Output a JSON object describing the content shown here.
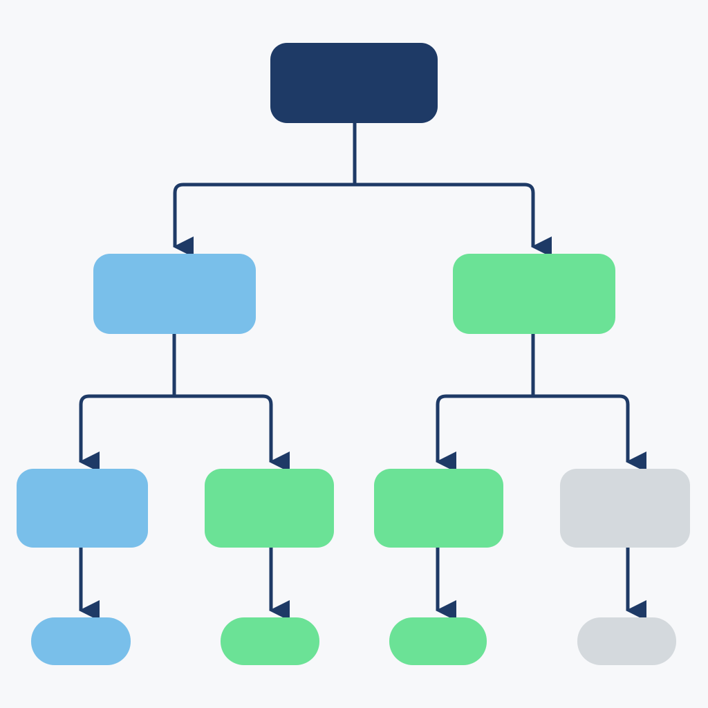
{
  "diagram": {
    "type": "tree-flowchart",
    "colors": {
      "background": "#f7f8fa",
      "connector": "#1e3a66",
      "navy": "#1e3a66",
      "blue": "#79bfea",
      "green": "#6be296",
      "gray": "#d4d9dd"
    },
    "nodes": [
      {
        "id": "root",
        "label": "",
        "color": "navy",
        "shape": "rounded-rect"
      },
      {
        "id": "l1-left",
        "label": "",
        "color": "blue",
        "shape": "rounded-rect"
      },
      {
        "id": "l1-right",
        "label": "",
        "color": "green",
        "shape": "rounded-rect"
      },
      {
        "id": "l2-1",
        "label": "",
        "color": "blue",
        "shape": "rounded-rect"
      },
      {
        "id": "l2-2",
        "label": "",
        "color": "green",
        "shape": "rounded-rect"
      },
      {
        "id": "l2-3",
        "label": "",
        "color": "green",
        "shape": "rounded-rect"
      },
      {
        "id": "l2-4",
        "label": "",
        "color": "gray",
        "shape": "rounded-rect"
      },
      {
        "id": "l3-1",
        "label": "",
        "color": "blue",
        "shape": "pill"
      },
      {
        "id": "l3-2",
        "label": "",
        "color": "green",
        "shape": "pill"
      },
      {
        "id": "l3-3",
        "label": "",
        "color": "green",
        "shape": "pill"
      },
      {
        "id": "l3-4",
        "label": "",
        "color": "gray",
        "shape": "pill"
      }
    ],
    "edges": [
      {
        "from": "root",
        "to": "l1-left"
      },
      {
        "from": "root",
        "to": "l1-right"
      },
      {
        "from": "l1-left",
        "to": "l2-1"
      },
      {
        "from": "l1-left",
        "to": "l2-2"
      },
      {
        "from": "l1-right",
        "to": "l2-3"
      },
      {
        "from": "l1-right",
        "to": "l2-4"
      },
      {
        "from": "l2-1",
        "to": "l3-1"
      },
      {
        "from": "l2-2",
        "to": "l3-2"
      },
      {
        "from": "l2-3",
        "to": "l3-3"
      },
      {
        "from": "l2-4",
        "to": "l3-4"
      }
    ]
  }
}
